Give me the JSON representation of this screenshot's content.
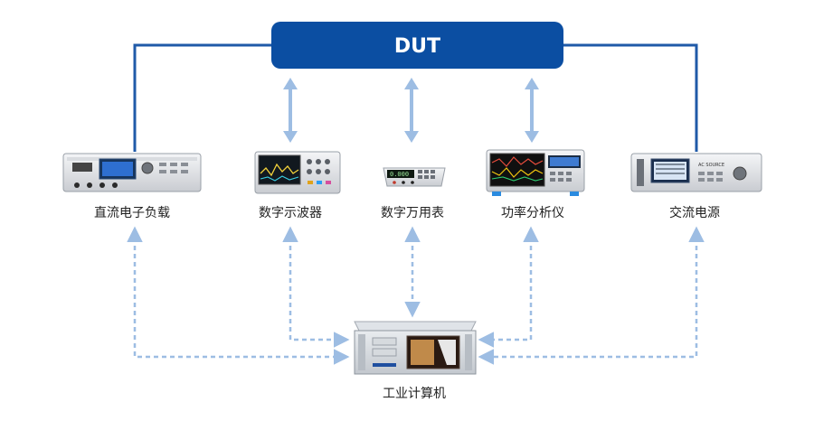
{
  "dut": {
    "label": "DUT"
  },
  "devices": [
    {
      "id": "dc-load",
      "label": "直流电子负载",
      "icon": "dc-electronic-load-icon"
    },
    {
      "id": "oscilloscope",
      "label": "数字示波器",
      "icon": "oscilloscope-icon"
    },
    {
      "id": "multimeter",
      "label": "数字万用表",
      "icon": "digital-multimeter-icon"
    },
    {
      "id": "power-analyzer",
      "label": "功率分析仪",
      "icon": "power-analyzer-icon"
    },
    {
      "id": "ac-source",
      "label": "交流电源",
      "icon": "ac-power-source-icon"
    }
  ],
  "computer": {
    "label": "工业计算机",
    "icon": "industrial-computer-icon"
  },
  "colors": {
    "dut_fill": "#0b4ea2",
    "solid_line": "#1f5aa8",
    "arrow": "#9dbde3",
    "dashed": "#9dbde3"
  }
}
